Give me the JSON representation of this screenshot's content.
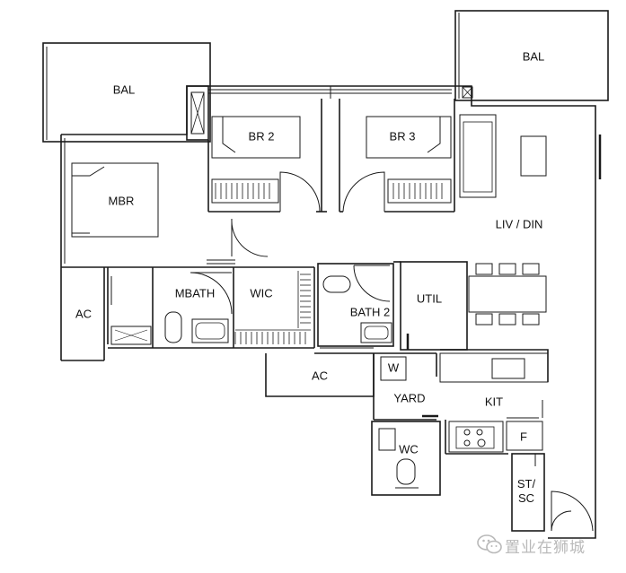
{
  "rooms": {
    "bal_left": "BAL",
    "bal_right": "BAL",
    "br2": "BR 2",
    "br3": "BR 3",
    "mbr": "MBR",
    "liv_din": "LIV / DIN",
    "ac_left": "AC",
    "mbath": "MBATH",
    "wic": "WIC",
    "bath2": "BATH 2",
    "util": "UTIL",
    "ac_mid": "AC",
    "w": "W",
    "yard": "YARD",
    "kit": "KIT",
    "f": "F",
    "wc": "WC",
    "st_sc": "ST/\nSC"
  },
  "watermark": {
    "text": "置业在狮城",
    "icon": "wechat-icon",
    "color": "#b9b9b9"
  },
  "colors": {
    "wall": "#1a1a1a",
    "background": "#ffffff"
  }
}
